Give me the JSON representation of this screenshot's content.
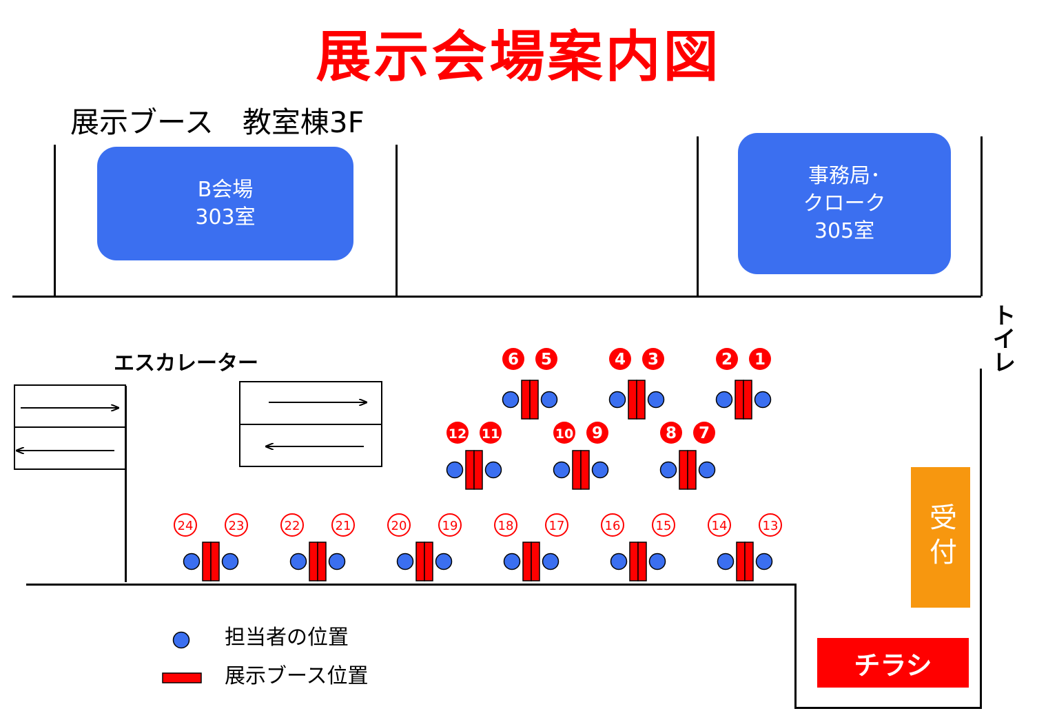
{
  "title": "展示会場案内図",
  "subtitle": "展示ブース　教室棟3F",
  "rooms": {
    "b_hall": {
      "line1": "B会場",
      "line2": "303室"
    },
    "office": {
      "line1": "事務局･",
      "line2": "クローク",
      "line3": "305室"
    }
  },
  "escalator_label": "エスカレーター",
  "toilet_label": "トイレ",
  "reception_label": "受付",
  "flyer_label": "チラシ",
  "legend": {
    "staff_label": "担当者の位置",
    "booth_label": "展示ブース位置"
  },
  "booth_pairs": [
    {
      "left": "6",
      "right": "5",
      "style": "filled"
    },
    {
      "left": "4",
      "right": "3",
      "style": "filled"
    },
    {
      "left": "2",
      "right": "1",
      "style": "filled"
    },
    {
      "left": "12",
      "right": "11",
      "style": "filled"
    },
    {
      "left": "10",
      "right": "9",
      "style": "filled"
    },
    {
      "left": "8",
      "right": "7",
      "style": "filled"
    },
    {
      "left": "24",
      "right": "23",
      "style": "outline"
    },
    {
      "left": "22",
      "right": "21",
      "style": "outline"
    },
    {
      "left": "20",
      "right": "19",
      "style": "outline"
    },
    {
      "left": "18",
      "right": "17",
      "style": "outline"
    },
    {
      "left": "16",
      "right": "15",
      "style": "outline"
    },
    {
      "left": "14",
      "right": "13",
      "style": "outline"
    }
  ],
  "colors": {
    "title": "#ff0000",
    "room": "#3b6ff0",
    "booth": "#ff0000",
    "staff": "#3b6ff0",
    "reception": "#f7970f"
  }
}
